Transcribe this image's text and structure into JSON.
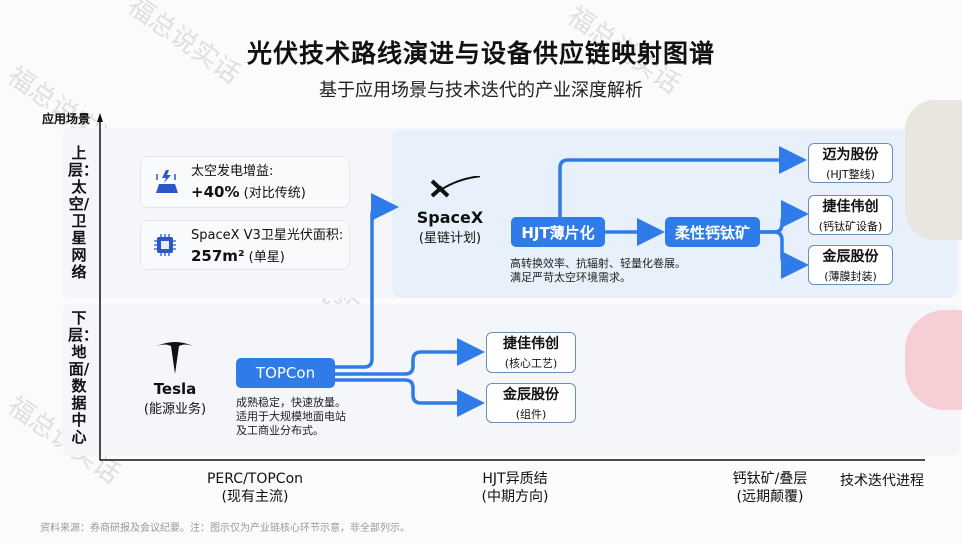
{
  "title": "光伏技术路线演进与设备供应链映射图谱",
  "subtitle": "基于应用场景与技术迭代的产业深度解析",
  "y_axis": {
    "label": "应用场景",
    "upper": "上层：太空/卫星网络",
    "lower": "下层：地面/数据中心"
  },
  "x_axis": {
    "label": "技术迭代进程",
    "ticks": [
      {
        "name": "PERC/TOPCon",
        "desc": "(现有主流)"
      },
      {
        "name": "HJT异质结",
        "desc": "(中期方向)"
      },
      {
        "name": "钙钛矿/叠层",
        "desc": "(远期颠覆)"
      }
    ]
  },
  "cards": [
    {
      "line1": "太空发电增益:",
      "line2": "+40%",
      "line2b": "(对比传统)",
      "icon": "solar-panel-icon"
    },
    {
      "line1": "SpaceX V3卫星光伏面积:",
      "line2": "257m²",
      "line2b": "(单星)",
      "icon": "chip-icon"
    }
  ],
  "spacex": {
    "name": "SpaceX",
    "desc": "(星链计划)"
  },
  "tesla": {
    "name": "Tesla",
    "desc": "(能源业务)"
  },
  "hjt": {
    "label": "HJT薄片化",
    "note1": "高转换效率、抗辐射、轻量化卷展。",
    "note2": "满足严苛太空环境需求。"
  },
  "perovskite": {
    "label": "柔性钙钛矿"
  },
  "topcon": {
    "label": "TOPCon",
    "note1": "成熟稳定，快速放量。",
    "note2": "适用于大规模地面电站",
    "note3": "及工商业分布式。"
  },
  "upper_companies": [
    {
      "name": "迈为股份",
      "role": "(HJT整线)"
    },
    {
      "name": "捷佳伟创",
      "role": "(钙钛矿设备)"
    },
    {
      "name": "金辰股份",
      "role": "(薄膜封装)"
    }
  ],
  "lower_companies": [
    {
      "name": "捷佳伟创",
      "role": "(核心工艺)"
    },
    {
      "name": "金辰股份",
      "role": "(组件)"
    }
  ],
  "source": "资料来源：券商研报及会议纪要。注：图示仅为产业链核心环节示意，非全部列示。",
  "watermark": "福总说实话",
  "colors": {
    "accent": "#2f7ce8",
    "box_border": "#6e8fb5"
  }
}
